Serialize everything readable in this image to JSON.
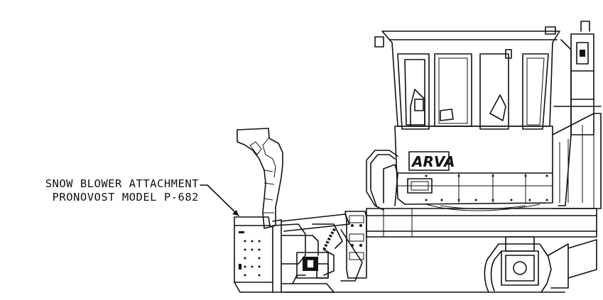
{
  "callout": {
    "line1": "SNOW BLOWER ATTACHMENT",
    "line2": "PRONOVOST MODEL P-682"
  },
  "vehicle": {
    "logo_text": "ARVA"
  }
}
